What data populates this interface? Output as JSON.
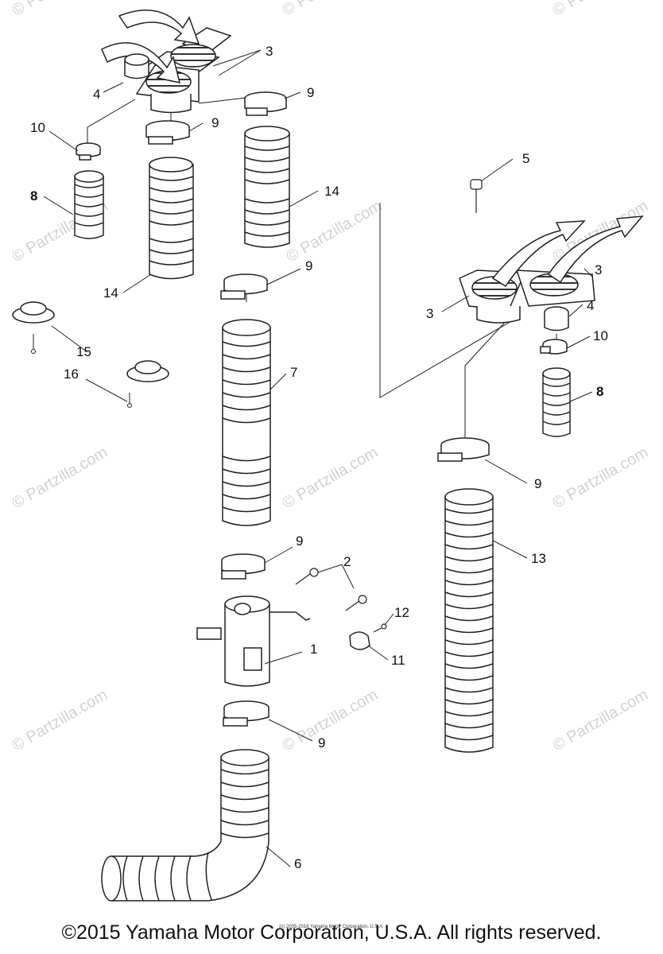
{
  "watermark": {
    "text": "© Partzilla.com",
    "color": "#d2d2d2",
    "count": 12
  },
  "callouts": [
    {
      "id": "c1",
      "text": "1"
    },
    {
      "id": "c2",
      "text": "2"
    },
    {
      "id": "c3a",
      "text": "3"
    },
    {
      "id": "c3b",
      "text": "3"
    },
    {
      "id": "c3c",
      "text": "3"
    },
    {
      "id": "c4a",
      "text": "4"
    },
    {
      "id": "c4b",
      "text": "4"
    },
    {
      "id": "c5",
      "text": "5"
    },
    {
      "id": "c6",
      "text": "6"
    },
    {
      "id": "c7",
      "text": "7"
    },
    {
      "id": "c8a",
      "text": "8"
    },
    {
      "id": "c8b",
      "text": "8"
    },
    {
      "id": "c9a",
      "text": "9"
    },
    {
      "id": "c9b",
      "text": "9"
    },
    {
      "id": "c9c",
      "text": "9"
    },
    {
      "id": "c9d",
      "text": "9"
    },
    {
      "id": "c9e",
      "text": "9"
    },
    {
      "id": "c9f",
      "text": "9"
    },
    {
      "id": "c10a",
      "text": "10"
    },
    {
      "id": "c10b",
      "text": "10"
    },
    {
      "id": "c11",
      "text": "11"
    },
    {
      "id": "c12",
      "text": "12"
    },
    {
      "id": "c13",
      "text": "13"
    },
    {
      "id": "c14a",
      "text": "14"
    },
    {
      "id": "c14b",
      "text": "14"
    },
    {
      "id": "c15",
      "text": "15"
    },
    {
      "id": "c16",
      "text": "16"
    }
  ],
  "footer": {
    "copyright": "©2015 Yamaha Motor Corporation, U.S.A. All rights reserved.",
    "small_notice": "(c) 2005-2016 Yamaha Motor Corporation, U.S.A."
  },
  "colors": {
    "line": "#222222",
    "fill": "#ffffff",
    "shade": "#888888"
  }
}
